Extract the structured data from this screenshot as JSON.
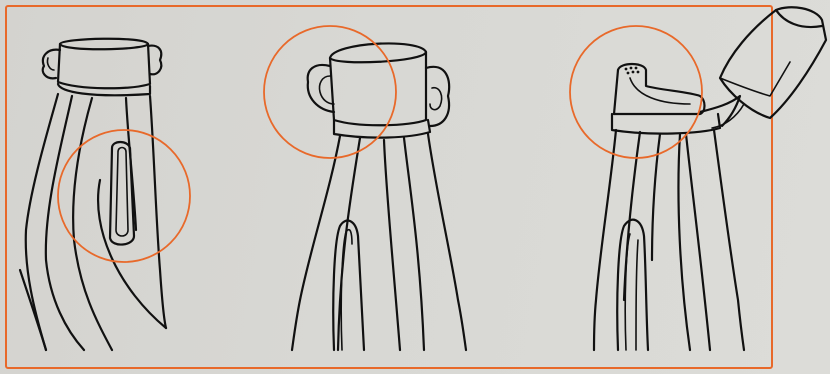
{
  "figure": {
    "panels": [
      {
        "id": "panel-1",
        "subject": "bottle-with-side-grip"
      },
      {
        "id": "panel-2",
        "subject": "bottle-cap-with-handle"
      },
      {
        "id": "panel-3",
        "subject": "bottle-with-open-spout"
      }
    ],
    "colors": {
      "frame": "#e8692a",
      "callout": "#e8692a",
      "ink": "#111111",
      "background": "#d6d6d2"
    }
  }
}
